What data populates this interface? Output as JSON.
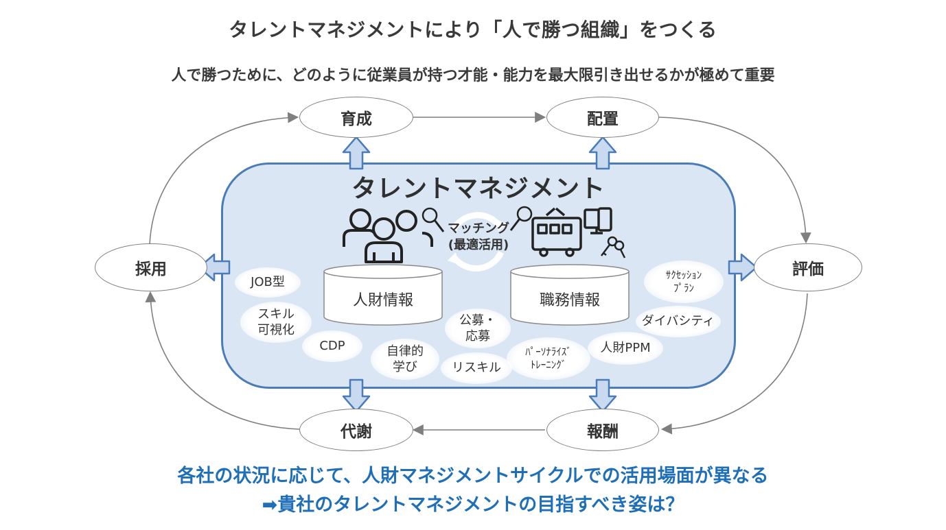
{
  "title": "タレントマネジメントにより「人で勝つ組織」をつくる",
  "subtitle": "人で勝つために、どのように従業員が持つ才能・能力を最大限引き出せるかが極めて重要",
  "core": {
    "title": "タレントマネジメント",
    "matching_line1": "マッチング",
    "matching_line2": "(最適活用)",
    "db_people": "人財情報",
    "db_jobs": "職務情報"
  },
  "cycle": {
    "training": "育成",
    "placement": "配置",
    "evaluation": "評価",
    "compensation": "報酬",
    "metabolism": "代謝",
    "hiring": "採用"
  },
  "keywords": {
    "job_type": "JOB型",
    "skill_line1": "スキル",
    "skill_line2": "可視化",
    "cdp": "CDP",
    "self_learning_line1": "自律的",
    "self_learning_line2": "学び",
    "recruit_line1": "公募・",
    "recruit_line2": "応募",
    "reskill": "リスキル",
    "personalized_line1": "ﾊﾟｰｿﾅﾗｲｽﾞ",
    "personalized_line2": "ﾄﾚｰﾆﾝｸﾞ",
    "talent_ppm": "人財PPM",
    "diversity": "ダイバシティ",
    "succession_line1": "ｻｸｾｯｼｮﾝ",
    "succession_line2": "ﾌﾟﾗﾝ"
  },
  "bottom": {
    "line1": "各社の状況に応じて、人財マネジメントサイクルでの活用場面が異なる",
    "line2": "➡貴社のタレントマネジメントの目指すべき姿は？"
  },
  "colors": {
    "core_fill": "#dbe6f4",
    "core_border": "#4a7db8",
    "accent_text": "#1f6fb8",
    "arrow_block": "#c9d9ef"
  }
}
